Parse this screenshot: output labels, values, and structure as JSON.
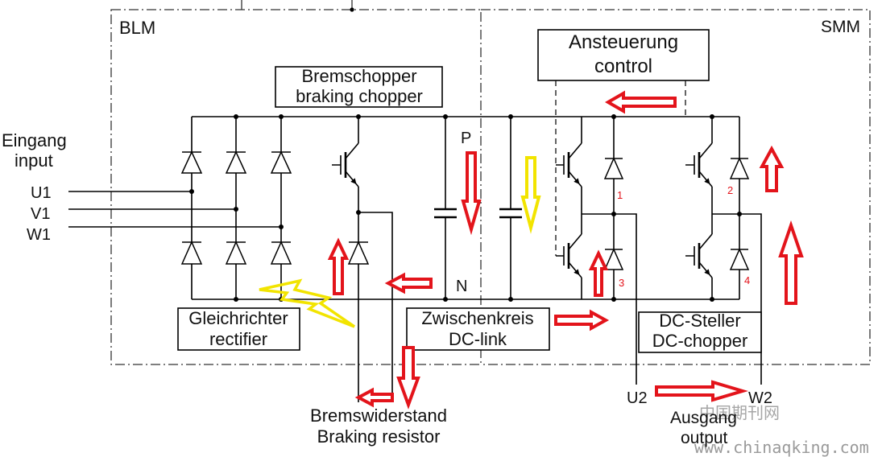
{
  "modules": {
    "blm": "BLM",
    "smm": "SMM"
  },
  "control_box": {
    "line1": "Ansteuerung",
    "line2": "control"
  },
  "braking_chopper_box": {
    "line1": "Bremschopper",
    "line2": "braking chopper"
  },
  "input": {
    "line1": "Eingang",
    "line2": "input",
    "phases": [
      "U1",
      "V1",
      "W1"
    ]
  },
  "dc_bus": {
    "positive": "P",
    "negative": "N"
  },
  "switch_numbers": [
    "1",
    "2",
    "3",
    "4"
  ],
  "rectifier_box": {
    "line1": "Gleichrichter",
    "line2": "rectifier"
  },
  "dc_link_box": {
    "line1": "Zwischenkreis",
    "line2": "DC-link"
  },
  "dc_chopper_box": {
    "line1": "DC-Steller",
    "line2": "DC-chopper"
  },
  "braking_resistor": {
    "line1": "Bremswiderstand",
    "line2": "Braking resistor"
  },
  "output": {
    "terminals": [
      "U2",
      "W2"
    ],
    "line1": "Ausgang",
    "line2": "output"
  },
  "watermark": {
    "site_name": "中国期刊网",
    "url": "www.chinaqking.com"
  },
  "colors": {
    "current_flow_arrow": "#e3141b",
    "alternate_flow_arrow": "#f2e400",
    "switch_number": "#e3141b",
    "wire": "#000000",
    "watermark": "#a6a6a6"
  }
}
